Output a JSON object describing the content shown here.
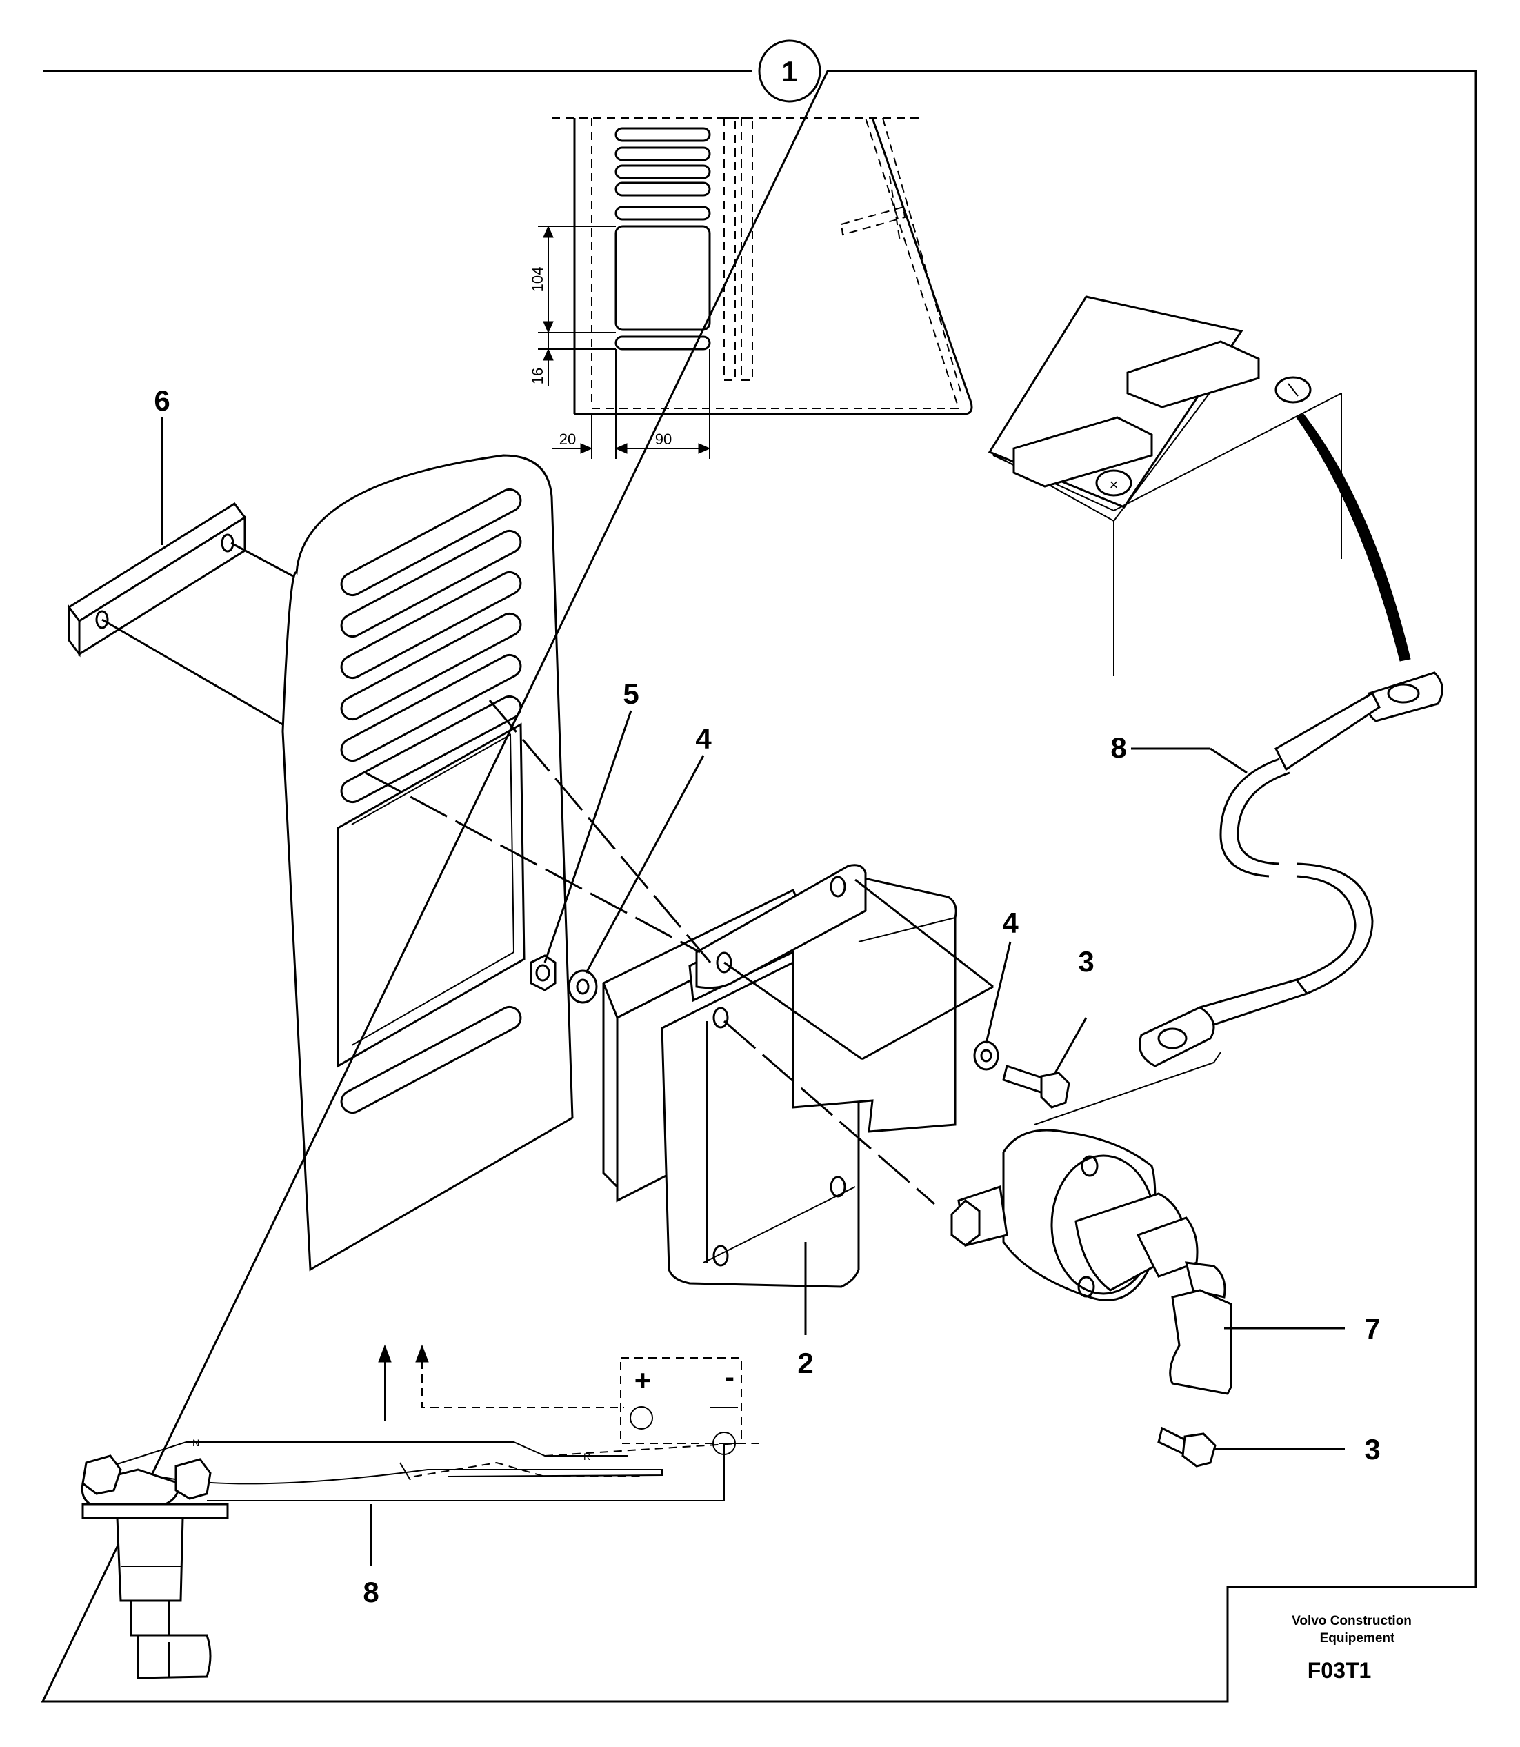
{
  "figure": {
    "view_number": "1",
    "dimensions": {
      "d104": "104",
      "d16": "16",
      "d20": "20",
      "d90": "90"
    },
    "callouts": {
      "c6": "6",
      "c5": "5",
      "c4a": "4",
      "c4b": "4",
      "c3a": "3",
      "c3b": "3",
      "c8a": "8",
      "c8b": "8",
      "c2": "2",
      "c7": "7"
    },
    "schematic": {
      "plus": "+",
      "minus": "-",
      "n": "N",
      "r": "R"
    }
  },
  "title_block": {
    "company_line1": "Volvo Construction",
    "company_line2": "Equipement",
    "code": "F03T1"
  }
}
